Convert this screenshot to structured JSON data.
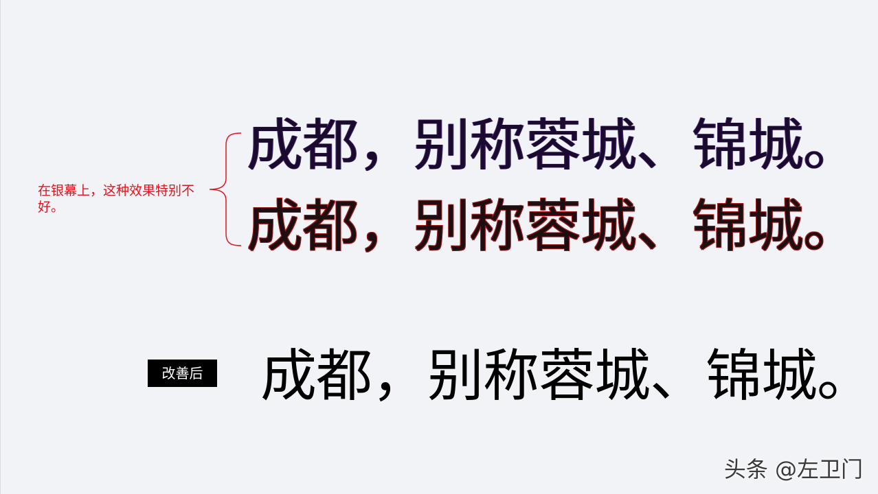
{
  "slide": {
    "lines": [
      "成都，别称蓉城、锦城。",
      "成都，别称蓉城、锦城。",
      "成都，别称蓉城、锦城。"
    ],
    "note": "在银幕上，这种效果特别不好。",
    "badge": "改善后",
    "watermark": "头条 @左卫门"
  },
  "colors": {
    "background": "#f2f3f7",
    "note_red": "#e0141e",
    "line1_outline": "#3c2260",
    "line2_outline": "#a01818",
    "badge_bg": "#000000"
  }
}
